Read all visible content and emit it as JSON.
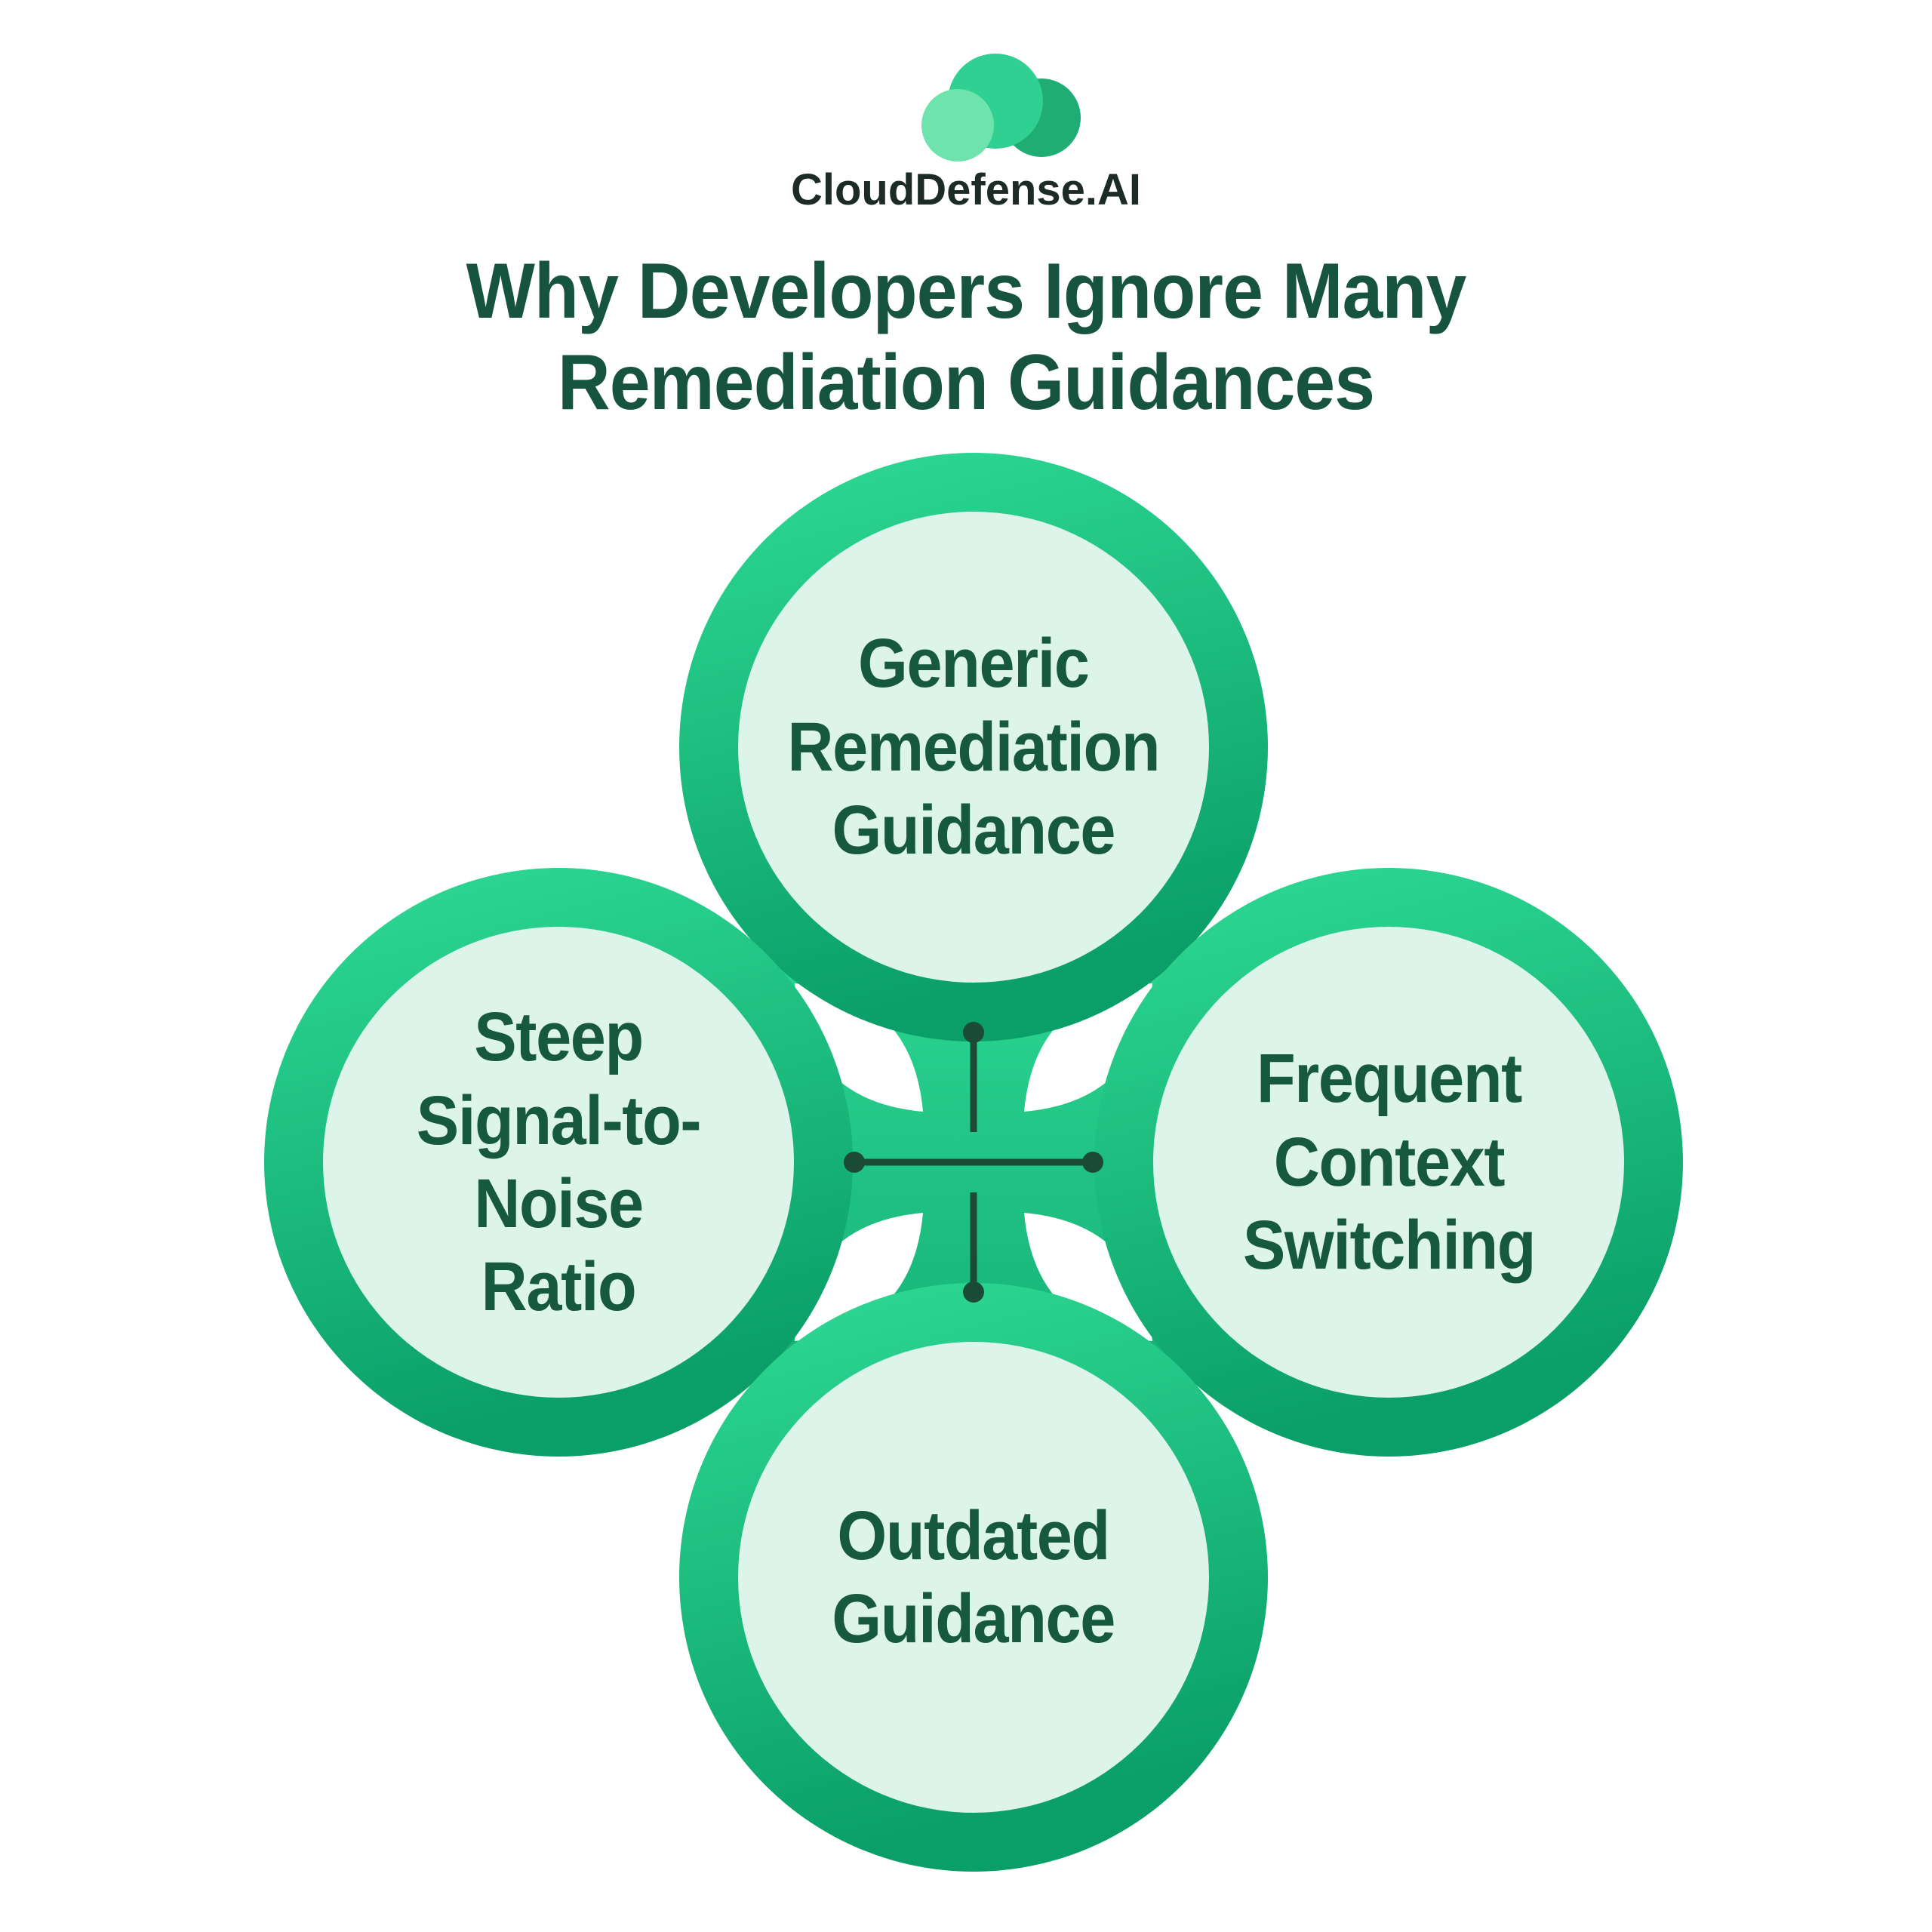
{
  "brand": {
    "name": "CloudDefense.AI",
    "logo_icon": "cloud-logo-icon"
  },
  "title": "Why Developers Ignore Many\nRemediation Guidances",
  "diagram": {
    "type": "four-node venn-style cluster",
    "center_connector_icon": "cross-connector-icon",
    "nodes": [
      {
        "id": "top",
        "label": "Generic\nRemediation\nGuidance"
      },
      {
        "id": "left",
        "label": "Steep\nSignal-to-Noise\nRatio"
      },
      {
        "id": "right",
        "label": "Frequent\nContext\nSwitching"
      },
      {
        "id": "bottom",
        "label": "Outdated\nGuidance"
      }
    ]
  },
  "colors": {
    "ring_light": "#2FDB95",
    "ring_dark": "#0A9E68",
    "webbing_light": "#2BD491",
    "webbing_dark": "#16B377",
    "mint": "#DCF4EA",
    "background": "#FFFFFF",
    "cross": "#1B4A36",
    "label_text": "#17593F",
    "title_text": "#175440",
    "brand_text": "#1D2B26",
    "logo_light": "#6FE3AE",
    "logo_mid": "#2FD092",
    "logo_dark": "#1FAD74"
  }
}
